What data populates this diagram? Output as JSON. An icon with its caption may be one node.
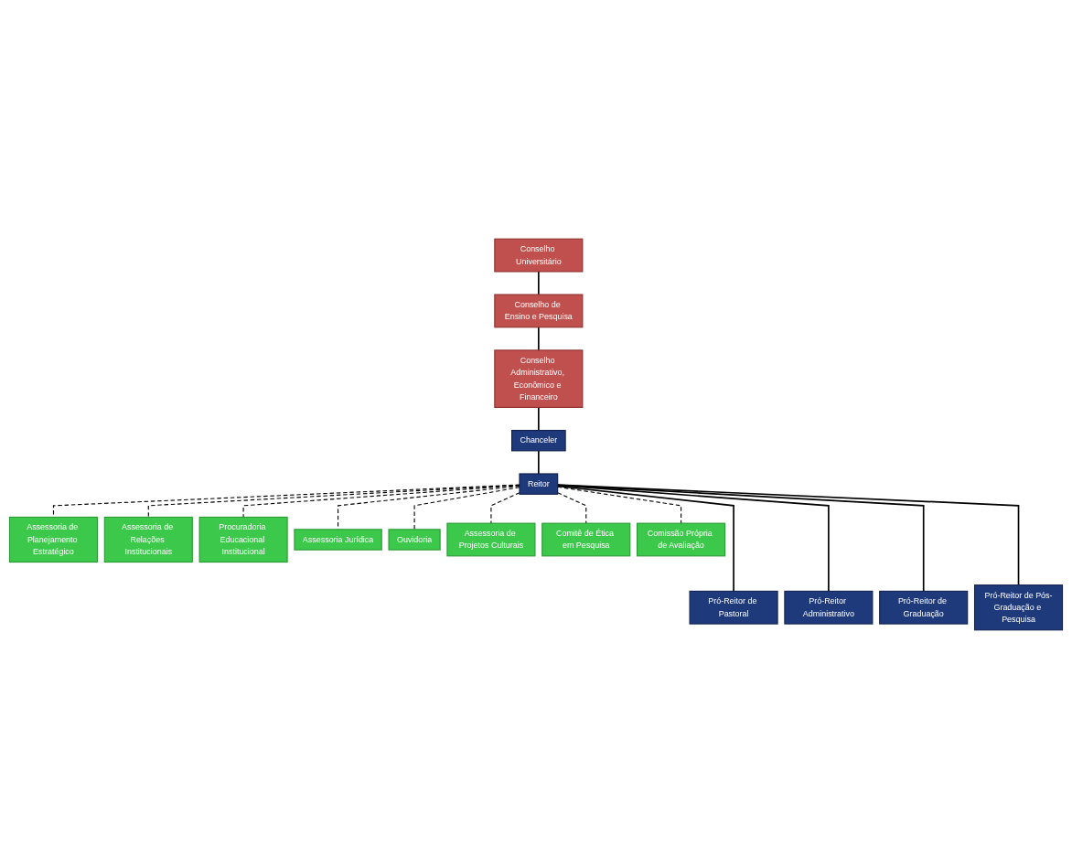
{
  "diagram": {
    "nodes": [
      {
        "text": [
          "Conselho Universitário"
        ]
      },
      {
        "text": [
          "Conselho de Ensino e Pesquisa"
        ]
      },
      {
        "text": [
          "Conselho Administrativo, Econômico e Financeiro"
        ]
      },
      {
        "text": [
          "Chanceler"
        ]
      },
      {
        "text": [
          "Reitor"
        ]
      },
      {
        "text": [
          "Assessoria de Planejamento Estratégico"
        ]
      },
      {
        "text": [
          "Assessoria de Relações Institucionais"
        ]
      },
      {
        "text": [
          "Procuradoria Educacional Institucional"
        ]
      },
      {
        "text": [
          "Assessoria Jurídica"
        ]
      },
      {
        "text": [
          "Ouvidoria"
        ]
      },
      {
        "text": [
          "Assessoria de Projetos Culturais"
        ]
      },
      {
        "text": [
          "Comitê de Ética em Pesquisa"
        ]
      },
      {
        "text": [
          "Comissão Própria de Avaliação"
        ]
      },
      {
        "text": [
          "Pró-Reitor de Pastoral"
        ]
      },
      {
        "text": [
          "Pró-Reitor Administrativo"
        ]
      },
      {
        "text": [
          "Pró-Reitor de Graduação"
        ]
      },
      {
        "text": [
          "Pró-Reitor de Pós-Graduação e Pesquisa"
        ]
      }
    ],
    "edges": [
      {
        "from": 0,
        "to": 1,
        "arrow": "none"
      },
      {
        "from": 1,
        "to": 2,
        "arrow": "none"
      },
      {
        "from": 2,
        "to": 3,
        "arrow": "none"
      },
      {
        "from": 3,
        "to": 4,
        "arrow": "none"
      },
      {
        "from": 4,
        "to": 5,
        "arrow": "none",
        "style": "dashed"
      },
      {
        "from": 4,
        "to": 6,
        "arrow": "none",
        "style": "dashed"
      },
      {
        "from": 4,
        "to": 7,
        "arrow": "none",
        "style": "dashed"
      },
      {
        "from": 4,
        "to": 8,
        "arrow": "none",
        "style": "dashed"
      },
      {
        "from": 4,
        "to": 9,
        "arrow": "none",
        "style": "dashed"
      },
      {
        "from": 4,
        "to": 10,
        "arrow": "none",
        "style": "dashed"
      },
      {
        "from": 4,
        "to": 11,
        "arrow": "none",
        "style": "dashed"
      },
      {
        "from": 4,
        "to": 12,
        "arrow": "none",
        "style": "dashed"
      },
      {
        "from": 4,
        "to": 13,
        "arrow": "none"
      },
      {
        "from": 4,
        "to": 14,
        "arrow": "none"
      },
      {
        "from": 4,
        "to": 15,
        "arrow": "none"
      },
      {
        "from": 4,
        "to": 16,
        "arrow": "none"
      }
    ]
  }
}
